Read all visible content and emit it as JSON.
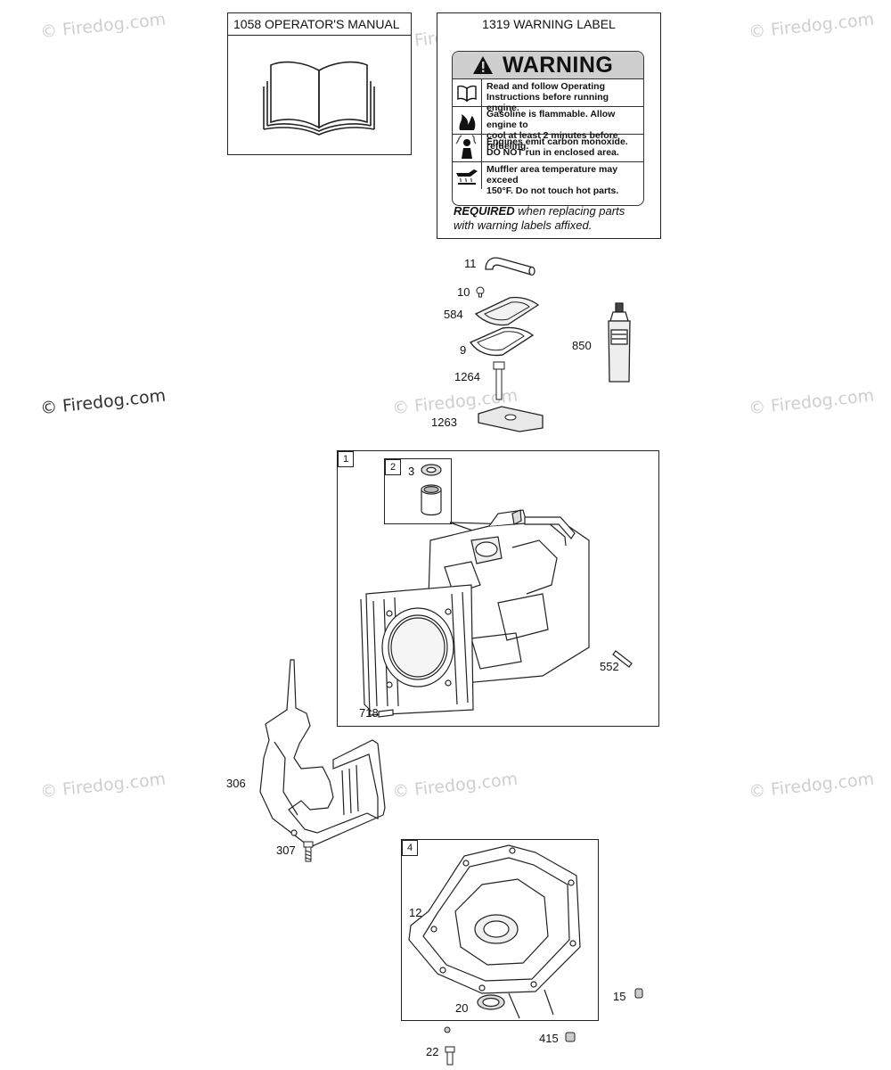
{
  "watermark": "© Firedog.com",
  "manual_box": {
    "title": "1058 OPERATOR'S MANUAL"
  },
  "warning_box": {
    "title": "1319 WARNING LABEL",
    "heading": "WARNING",
    "rows": [
      {
        "icon": "book-icon",
        "line1": "Read and follow Operating",
        "line2": "Instructions before running engine."
      },
      {
        "icon": "flame-icon",
        "line1": "Gasoline is flammable. Allow engine to",
        "line2": "cool at least 2 minutes before refueling."
      },
      {
        "icon": "fumes-icon",
        "line1": "Engines emit carbon monoxide.",
        "line2": "DO NOT run in enclosed area."
      },
      {
        "icon": "hot-surface-icon",
        "line1": "Muffler area temperature may exceed",
        "line2": "150°F.  Do not touch hot parts."
      }
    ],
    "required_bold": "REQUIRED",
    "required_rest": " when replacing parts",
    "required_line2": "with warning labels affixed."
  },
  "parts": {
    "p11": "11",
    "p10": "10",
    "p584": "584",
    "p9": "9",
    "p850": "850",
    "p1264": "1264",
    "p1263": "1263",
    "p3": "3",
    "p552": "552",
    "p718": "718",
    "p306": "306",
    "p307": "307",
    "p12": "12",
    "p20": "20",
    "p15": "15",
    "p415": "415",
    "p22": "22"
  },
  "callouts": {
    "box1": "1",
    "box2": "2",
    "box4": "4"
  }
}
